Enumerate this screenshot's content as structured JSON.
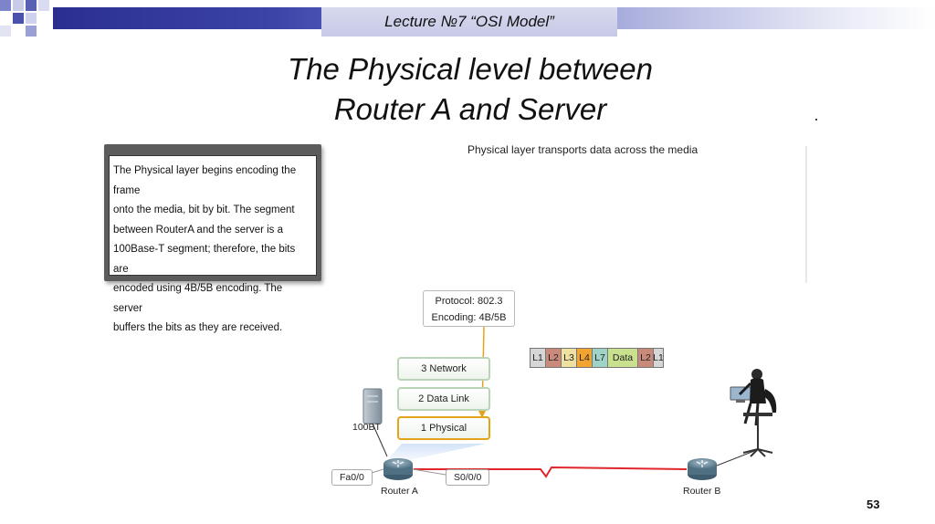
{
  "header": {
    "lecture_label": "Lecture  №7 “OSI Model”",
    "colors": {
      "band_dark": "#2a2f8f",
      "band_light": "#e6e8f5",
      "lecture_box": "#d0d3eb"
    }
  },
  "title": {
    "line1": "The Physical level between",
    "line2": "Router A and Server"
  },
  "info_box": {
    "lines": [
      "The Physical layer begins encoding the frame",
      "onto the media, bit by bit. The segment",
      "between RouterA and the server is a",
      "100Base-T segment; therefore, the bits are",
      "encoded using 4B/5B encoding. The server",
      "buffers the bits as they are received."
    ]
  },
  "diagram": {
    "caption": "Physical layer transports data across the media",
    "callout": {
      "protocol": "Protocol: 802.3",
      "encoding": "Encoding: 4B/5B"
    },
    "layers": [
      "3 Network",
      "2 Data Link",
      "1 Physical"
    ],
    "frame_cells": [
      {
        "text": "L1",
        "color": "#d6d6d6"
      },
      {
        "text": "L2",
        "color": "#c98a7c"
      },
      {
        "text": "L3",
        "color": "#f0e0a0"
      },
      {
        "text": "L4",
        "color": "#f2a431"
      },
      {
        "text": "L7",
        "color": "#9fd3c8"
      },
      {
        "text": "Data",
        "color": "#c9e08f"
      },
      {
        "text": "L2",
        "color": "#c98a7c"
      },
      {
        "text": "L1",
        "color": "#d6d6d6"
      }
    ],
    "labels": {
      "server_link": "100BT",
      "fa_port": "Fa0/0",
      "serial_port": "S0/0/0",
      "router_a": "Router A",
      "router_b": "Router B"
    },
    "link_color": "#e0262b"
  },
  "page_number": "53"
}
